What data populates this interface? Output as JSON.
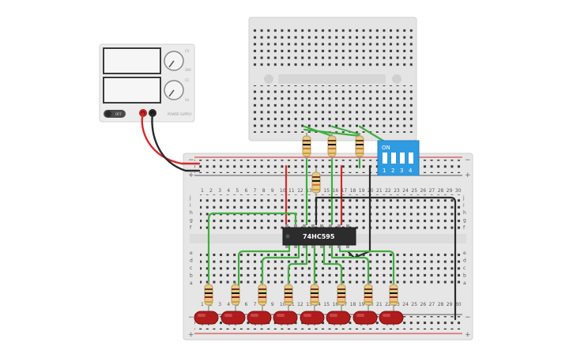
{
  "power_supply": {
    "off_label": "OFF",
    "knob1_labels": [
      "CV",
      "30V"
    ],
    "knob2_labels": [
      "CC",
      "5A"
    ],
    "brand": "POWER SUPPLY"
  },
  "chip": {
    "label": "74HC595"
  },
  "dip_switch": {
    "on_label": "ON",
    "numbers": [
      "1",
      "2",
      "3",
      "4"
    ]
  },
  "breadboard": {
    "column_numbers": [
      "1",
      "2",
      "3",
      "4",
      "5",
      "6",
      "7",
      "8",
      "9",
      "10",
      "11",
      "12",
      "13",
      "14",
      "15",
      "16",
      "17",
      "18",
      "19",
      "20",
      "21",
      "22",
      "23",
      "24",
      "25",
      "26",
      "27",
      "28",
      "29",
      "30"
    ],
    "row_letters_top": [
      "j",
      "i",
      "h",
      "g",
      "f"
    ],
    "row_letters_bottom": [
      "e",
      "d",
      "c",
      "b",
      "a"
    ],
    "rail_plus": "+",
    "rail_minus": "−"
  },
  "colors": {
    "wire_green": "#3fae3f",
    "wire_red": "#d42a2a",
    "wire_black": "#2a2a2a",
    "led_red": "#b01c1c",
    "switch_blue": "#2f9be0",
    "chip_body": "#2c2c2c"
  }
}
